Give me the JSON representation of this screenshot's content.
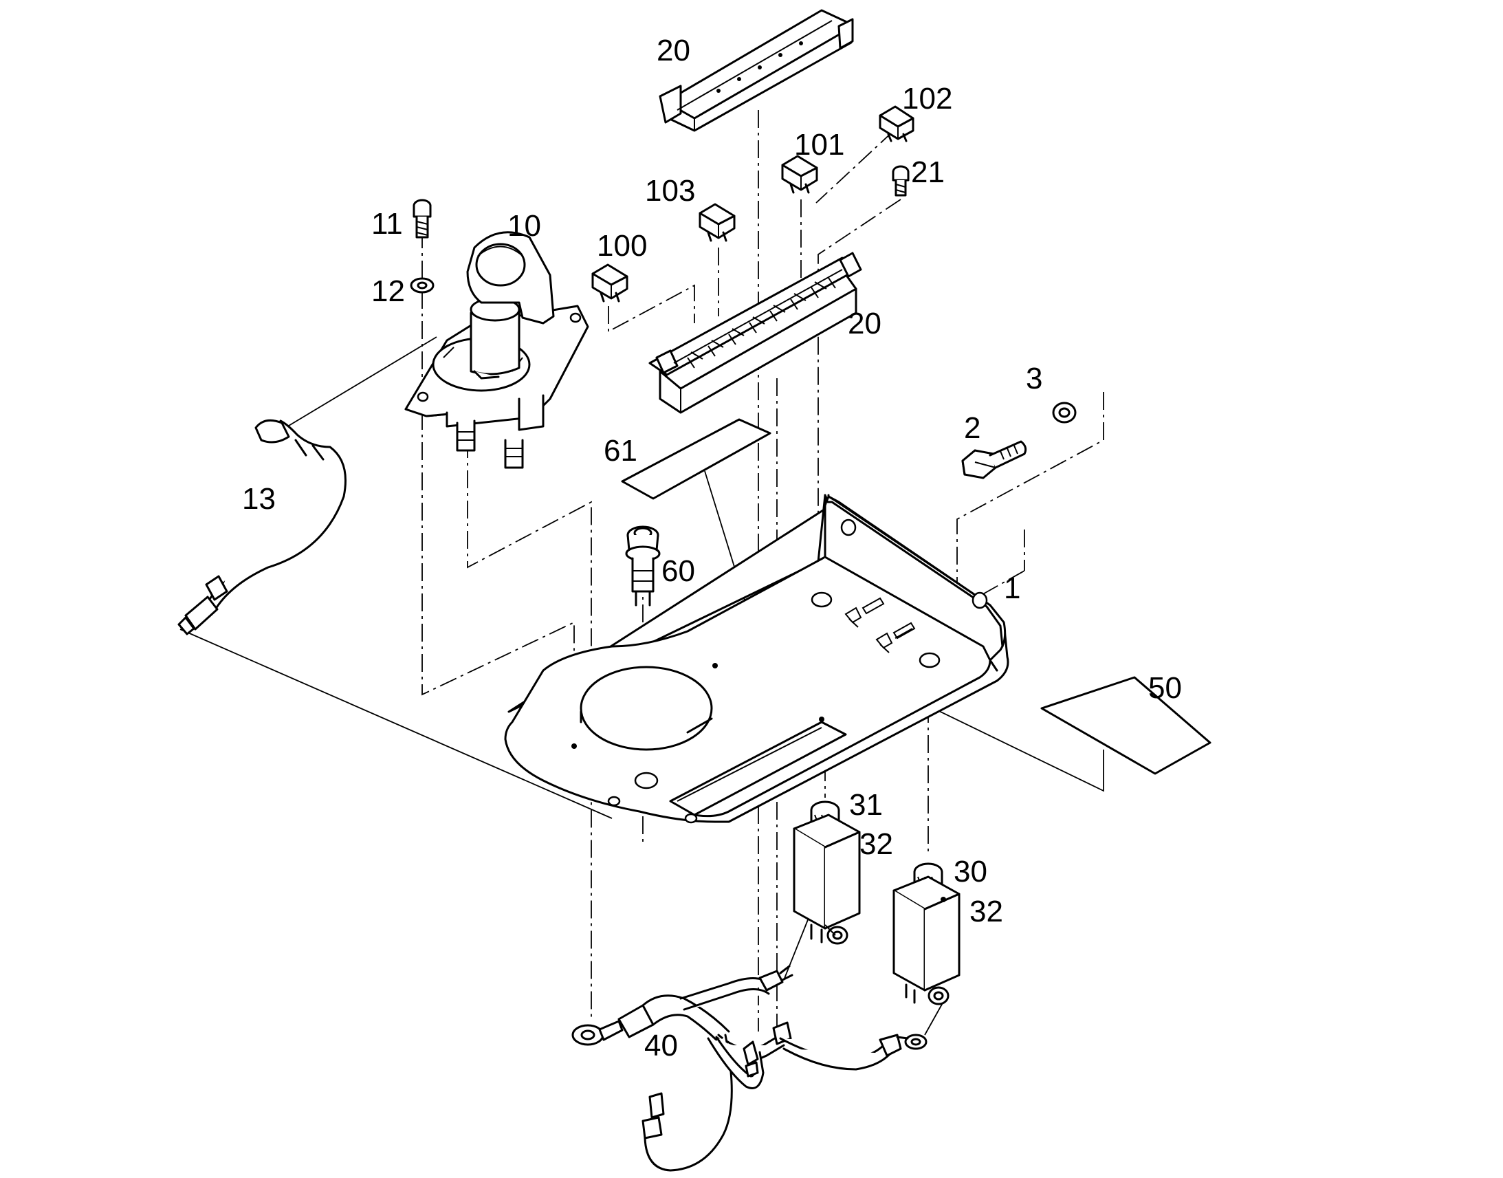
{
  "diagram": {
    "callouts": [
      {
        "key": "c20a",
        "text": "20"
      },
      {
        "key": "c102",
        "text": "102"
      },
      {
        "key": "c101",
        "text": "101"
      },
      {
        "key": "c21",
        "text": "21"
      },
      {
        "key": "c103",
        "text": "103"
      },
      {
        "key": "c100",
        "text": "100"
      },
      {
        "key": "c11",
        "text": "11"
      },
      {
        "key": "c10",
        "text": "10"
      },
      {
        "key": "c12",
        "text": "12"
      },
      {
        "key": "c20b",
        "text": "20"
      },
      {
        "key": "c3",
        "text": "3"
      },
      {
        "key": "c2",
        "text": "2"
      },
      {
        "key": "c61",
        "text": "61"
      },
      {
        "key": "c13",
        "text": "13"
      },
      {
        "key": "c60",
        "text": "60"
      },
      {
        "key": "c1",
        "text": "1"
      },
      {
        "key": "c50",
        "text": "50"
      },
      {
        "key": "c31",
        "text": "31"
      },
      {
        "key": "c32a",
        "text": "32"
      },
      {
        "key": "c30",
        "text": "30"
      },
      {
        "key": "c32b",
        "text": "32"
      },
      {
        "key": "c40",
        "text": "40"
      }
    ]
  }
}
